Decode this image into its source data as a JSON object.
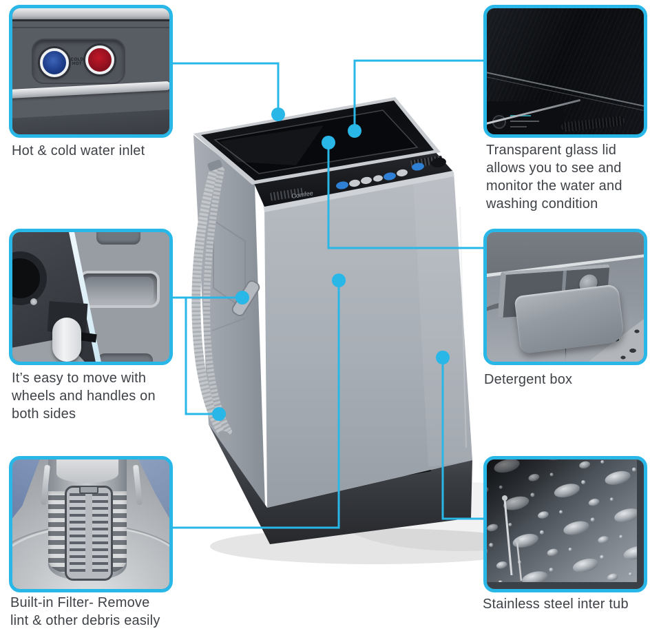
{
  "page": {
    "background": "#ffffff",
    "accent_color": "#29b7e8",
    "text_color": "#3e4247"
  },
  "machine": {
    "brand": "Comfee"
  },
  "callouts": [
    {
      "id": "water-inlet",
      "label": "Hot & cold water inlet",
      "photo": "hot-and-cold-inlet-ports",
      "caption": "COLD HOT"
    },
    {
      "id": "glass-lid",
      "label": "Transparent glass lid\nallows you to see and\nmonitor the water and\nwashing condition",
      "photo": "transparent-glass-lid"
    },
    {
      "id": "wheels-handles",
      "label": "It’s easy to move with\nwheels and handles on\nboth sides",
      "photo": "wheel-and-side-handle"
    },
    {
      "id": "detergent-box",
      "label": "Detergent box",
      "photo": "detergent-drawer"
    },
    {
      "id": "built-in-filter",
      "label": "Built-in Filter- Remove\nlint & other debris easily",
      "photo": "lint-filter"
    },
    {
      "id": "stainless-tub",
      "label": "Stainless steel inter tub",
      "photo": "stainless-steel-drum"
    }
  ]
}
